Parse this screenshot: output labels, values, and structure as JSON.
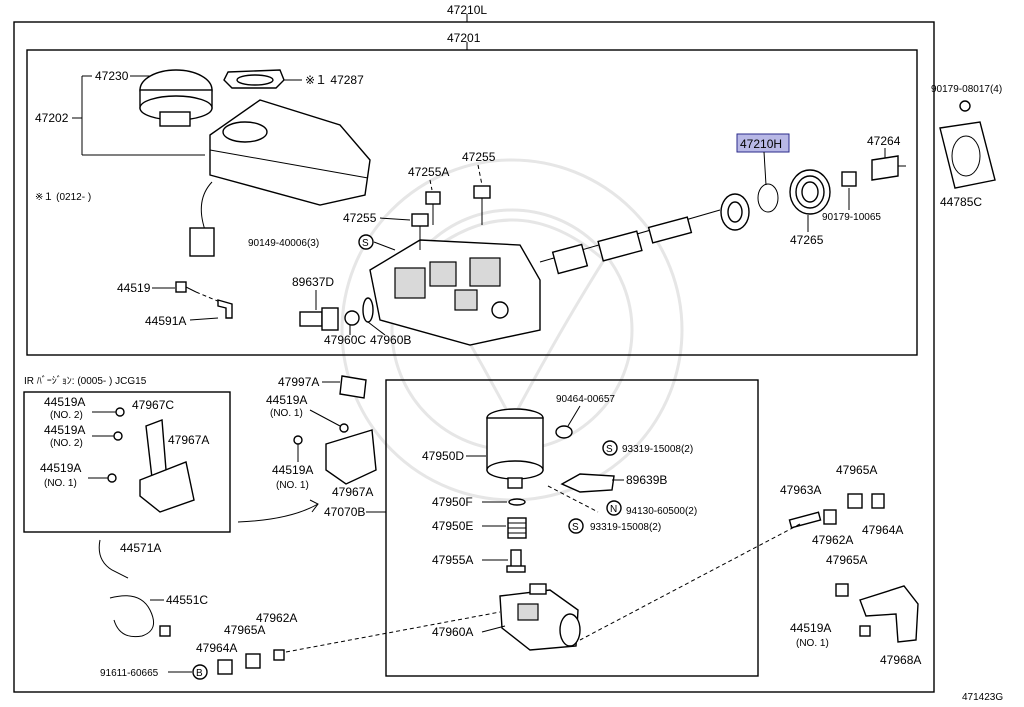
{
  "labels": {
    "assy": "47210L",
    "assy_sub": "47201",
    "p47230": "47230",
    "p47287": "※１ 47287",
    "p47202": "47202",
    "note1": "※１ (0212-       )",
    "p47255A": "47255A",
    "p47255_top": "47255",
    "p47255_left": "47255",
    "p90149": "90149-40006(3)",
    "p89637D": "89637D",
    "p44519": "44519",
    "p44591A": "44591A",
    "p47960C": "47960C",
    "p47960B": "47960B",
    "p47210H": "47210H",
    "p47264": "47264",
    "p47265": "47265",
    "p90179_10065": "90179-10065",
    "p90179_08017": "90179-08017(4)",
    "p44785C": "44785C",
    "ir_note": "IR ﾊﾞｰｼﾞｮﾝ: (0005-        ) JCG15",
    "p44519A_1": "44519A",
    "p44519A_1_no": "(NO. 2)",
    "p44519A_2": "44519A",
    "p44519A_2_no": "(NO. 2)",
    "p44519A_3": "44519A",
    "p44519A_3_no": "(NO. 1)",
    "p47967C": "47967C",
    "p47967A_left": "47967A",
    "p47997A": "47997A",
    "p44519A_4": "44519A",
    "p44519A_4_no": "(NO. 1)",
    "p44519A_5": "44519A",
    "p44519A_5_no": "(NO. 1)",
    "p47967A_mid": "47967A",
    "p47070B": "47070B",
    "p90464": "90464-00657",
    "p47950D": "47950D",
    "p93319_a": "93319-15008(2)",
    "p89639B": "89639B",
    "p47950F": "47950F",
    "p94130": "94130-60500(2)",
    "p47950E": "47950E",
    "p93319_b": "93319-15008(2)",
    "p47955A": "47955A",
    "p47960A": "47960A",
    "p44571A": "44571A",
    "p44551C": "44551C",
    "p47962A_bl": "47962A",
    "p47965A_bl": "47965A",
    "p47964A_bl": "47964A",
    "p91611": "91611-60665",
    "p47963A": "47963A",
    "p47965A_r1": "47965A",
    "p47962A_r": "47962A",
    "p47964A_r": "47964A",
    "p47965A_r2": "47965A",
    "p44519A_r": "44519A",
    "p44519A_r_no": "(NO. 1)",
    "p47968A": "47968A",
    "fig_no": "471423G"
  },
  "symbols": {
    "s_circle": "S",
    "n_circle": "N",
    "b_circle": "B"
  },
  "colors": {
    "highlight": "#b8b8e6",
    "line": "#000000"
  }
}
